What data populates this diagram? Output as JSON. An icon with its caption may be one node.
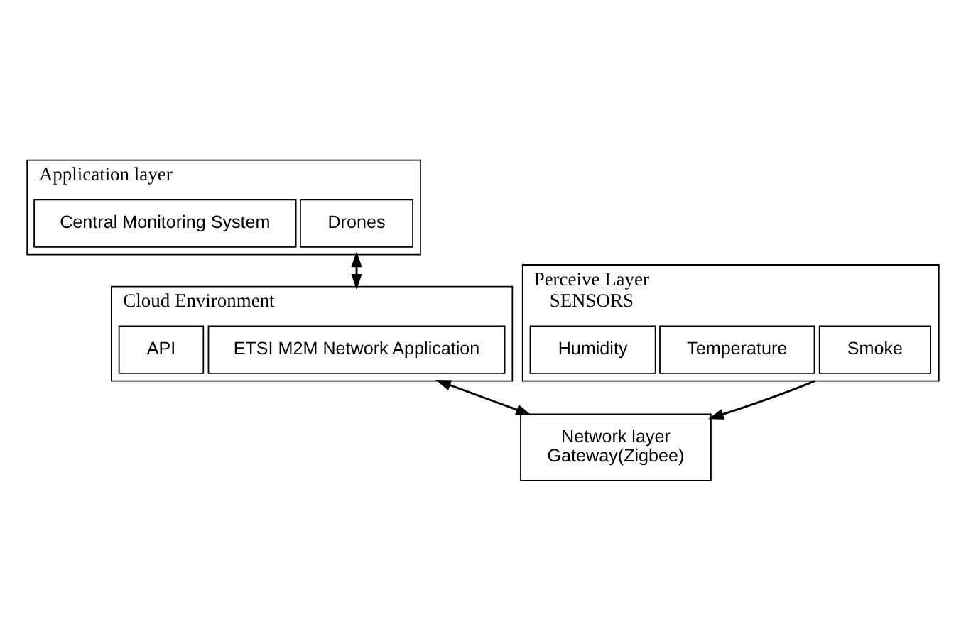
{
  "diagram": {
    "nodes": [
      {
        "text": [
          "Application layer"
        ]
      },
      {
        "text": [
          "Drones"
        ],
        "in": 0
      },
      {
        "text": [
          "Central Monitoring System"
        ],
        "in": 0
      },
      {
        "text": [
          "Cloud Environment"
        ]
      },
      {
        "text": [
          "ETSI M2M Network Application"
        ],
        "in": 3
      },
      {
        "text": [
          "API"
        ],
        "in": 3
      },
      {
        "text": [
          "Network layer",
          "Gateway(Zigbee)"
        ]
      },
      {
        "text": [
          "Perceive Layer",
          "SENSORS"
        ]
      },
      {
        "text": [
          "Smoke"
        ],
        "in": 7
      },
      {
        "text": [
          "Temperature"
        ],
        "in": 7
      },
      {
        "text": [
          "Humidity"
        ],
        "in": 7
      }
    ],
    "edges": [
      {
        "from": 0,
        "to": 3,
        "arrow": "both"
      },
      {
        "from": 3,
        "to": 6,
        "arrow": "both"
      },
      {
        "from": 7,
        "to": 6,
        "arrow": "to"
      }
    ]
  }
}
